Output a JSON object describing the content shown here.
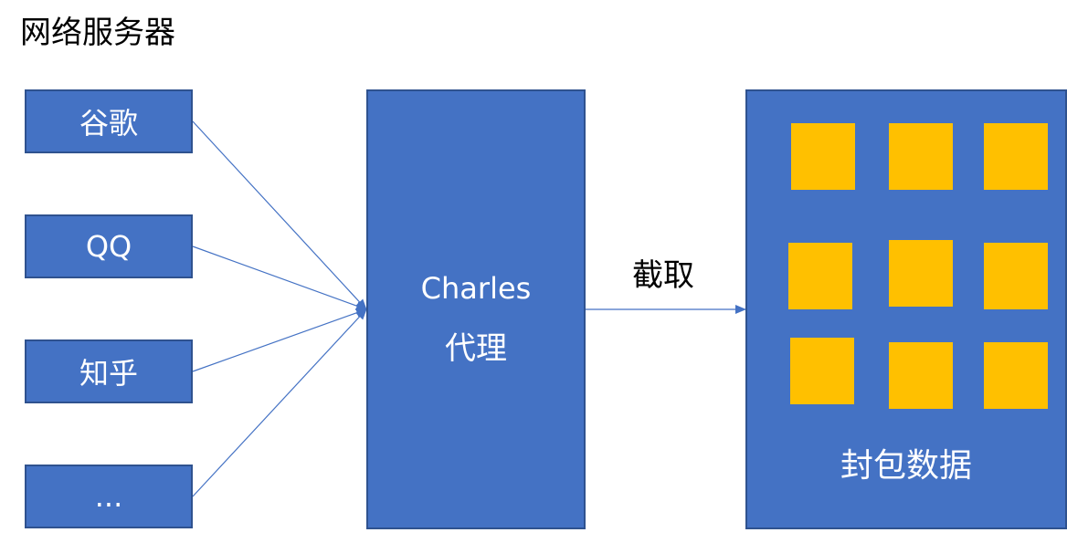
{
  "title": "网络服务器",
  "servers": [
    {
      "label": "谷歌"
    },
    {
      "label": "QQ"
    },
    {
      "label": "知乎"
    },
    {
      "label": "..."
    }
  ],
  "proxy": {
    "name": "Charles",
    "subtitle": "代理"
  },
  "intercept_label": "截取",
  "packets": {
    "label": "封包数据",
    "rows": 3,
    "cols": 3
  },
  "colors": {
    "box_fill": "#4472c4",
    "box_border": "#2f528f",
    "packet_fill": "#ffc000",
    "line": "#4472c4"
  }
}
